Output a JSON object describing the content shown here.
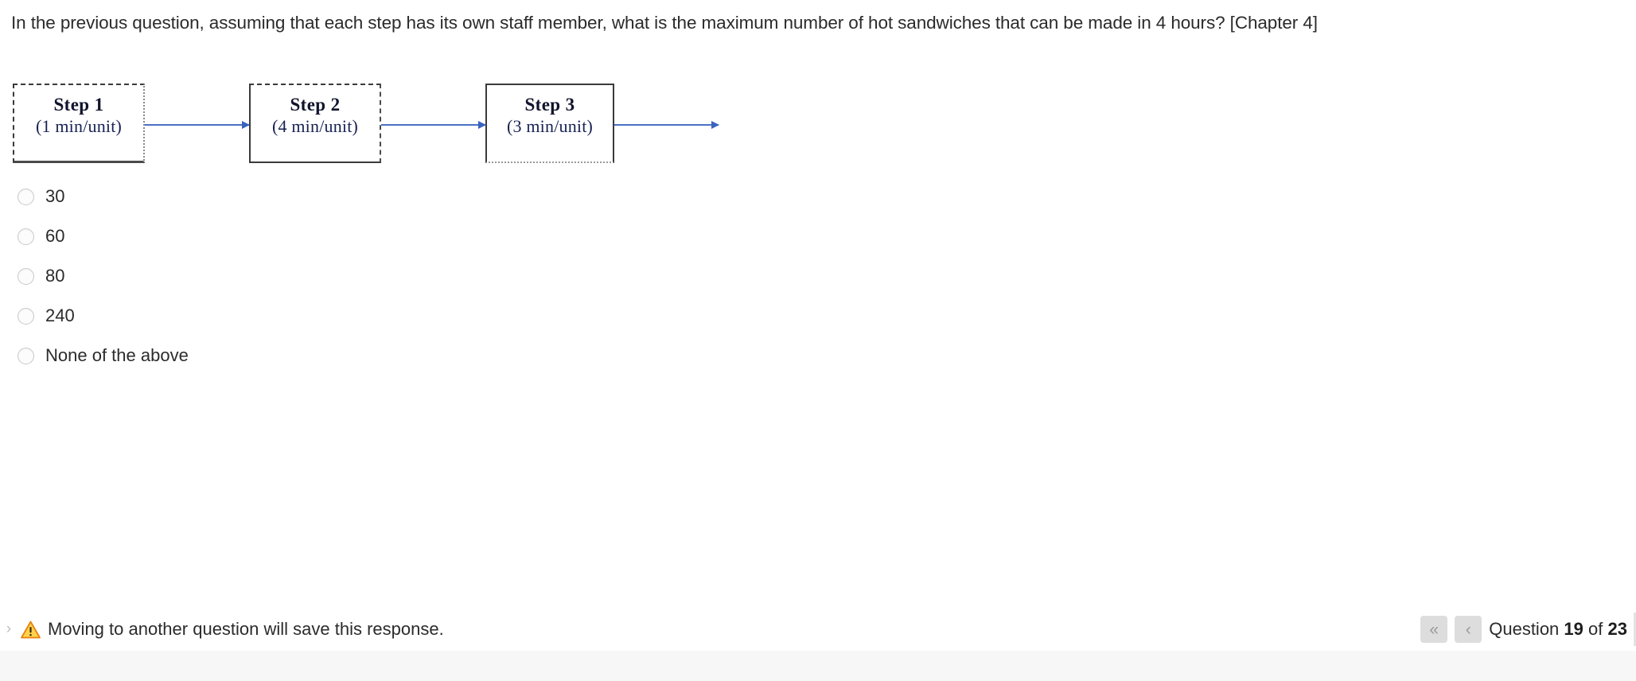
{
  "question": {
    "text": "In the previous question, assuming that each step has its own staff member, what is the maximum number of hot sandwiches that can be made in 4 hours? [Chapter 4]"
  },
  "diagram": {
    "type": "process-flow",
    "steps": [
      {
        "title": "Step 1",
        "rate": "(1 min/unit)"
      },
      {
        "title": "Step 2",
        "rate": "(4 min/unit)"
      },
      {
        "title": "Step 3",
        "rate": "(3 min/unit)"
      }
    ],
    "arrow_color": "#4a72c4"
  },
  "options": [
    {
      "label": "30",
      "selected": false
    },
    {
      "label": "60",
      "selected": false
    },
    {
      "label": "80",
      "selected": false
    },
    {
      "label": "240",
      "selected": false
    },
    {
      "label": "None of the above",
      "selected": false
    }
  ],
  "footer": {
    "collapse_chevron": "›",
    "warning_icon": "warning-triangle-icon",
    "save_message": "Moving to another question will save this response.",
    "nav": {
      "first_label": "«",
      "prev_label": "‹",
      "question_word": "Question",
      "current": "19",
      "of_word": "of",
      "total": "23"
    }
  }
}
